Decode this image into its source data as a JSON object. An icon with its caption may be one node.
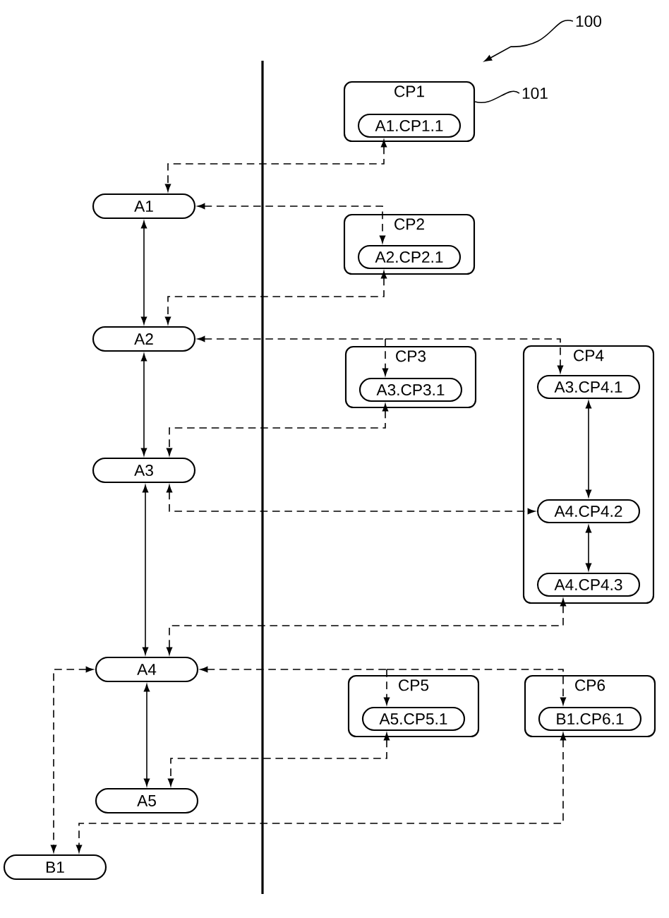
{
  "diagram": {
    "nodes": [
      {
        "text": [
          "A1"
        ]
      },
      {
        "text": [
          "A2"
        ]
      },
      {
        "text": [
          "A3"
        ]
      },
      {
        "text": [
          "A4"
        ]
      },
      {
        "text": [
          "A5"
        ]
      },
      {
        "text": [
          "B1"
        ]
      },
      {
        "text": [
          "CP1"
        ]
      },
      {
        "text": [
          "A1.CP1.1"
        ],
        "in": 6
      },
      {
        "text": [
          "CP2"
        ]
      },
      {
        "text": [
          "A2.CP2.1"
        ],
        "in": 8
      },
      {
        "text": [
          "CP3"
        ]
      },
      {
        "text": [
          "A3.CP3.1"
        ],
        "in": 10
      },
      {
        "text": [
          "CP4"
        ]
      },
      {
        "text": [
          "A3.CP4.1"
        ],
        "in": 12
      },
      {
        "text": [
          "A4.CP4.2"
        ],
        "in": 12
      },
      {
        "text": [
          "A4.CP4.3"
        ],
        "in": 12
      },
      {
        "text": [
          "CP5"
        ]
      },
      {
        "text": [
          "A5.CP5.1"
        ],
        "in": 16
      },
      {
        "text": [
          "CP6"
        ]
      },
      {
        "text": [
          "B1.CP6.1"
        ],
        "in": 18
      },
      {
        "text": [
          "101"
        ]
      },
      {
        "text": [
          "100"
        ]
      }
    ],
    "edges": [
      {
        "from": 7,
        "to": 0,
        "arrow": "both",
        "style": "dashed"
      },
      {
        "from": 0,
        "to": 9,
        "arrow": "both",
        "style": "dashed"
      },
      {
        "from": 0,
        "to": 1,
        "arrow": "both"
      },
      {
        "from": 9,
        "to": 1,
        "arrow": "both",
        "style": "dashed"
      },
      {
        "from": 1,
        "to": 11,
        "arrow": "both",
        "style": "dashed"
      },
      {
        "from": 1,
        "to": 13,
        "arrow": "both",
        "style": "dashed"
      },
      {
        "from": 1,
        "to": 2,
        "arrow": "both"
      },
      {
        "from": 11,
        "to": 2,
        "arrow": "both",
        "style": "dashed"
      },
      {
        "from": 2,
        "to": 14,
        "arrow": "both",
        "style": "dashed"
      },
      {
        "from": 2,
        "to": 3,
        "arrow": "both"
      },
      {
        "from": 13,
        "to": 14,
        "arrow": "both"
      },
      {
        "from": 14,
        "to": 15,
        "arrow": "both"
      },
      {
        "from": 15,
        "to": 3,
        "arrow": "both",
        "style": "dashed"
      },
      {
        "from": 3,
        "to": 5,
        "arrow": "both",
        "style": "dashed"
      },
      {
        "from": 3,
        "to": 17,
        "arrow": "both",
        "style": "dashed"
      },
      {
        "from": 3,
        "to": 19,
        "arrow": "both",
        "style": "dashed"
      },
      {
        "from": 3,
        "to": 4,
        "arrow": "both"
      },
      {
        "from": 17,
        "to": 4,
        "arrow": "both",
        "style": "dashed"
      },
      {
        "from": 19,
        "to": 5,
        "arrow": "both",
        "style": "dashed"
      },
      {
        "from": 20,
        "to": 6,
        "arrow": "none"
      },
      {
        "from": 21,
        "to": null,
        "arrow": "to"
      }
    ]
  }
}
